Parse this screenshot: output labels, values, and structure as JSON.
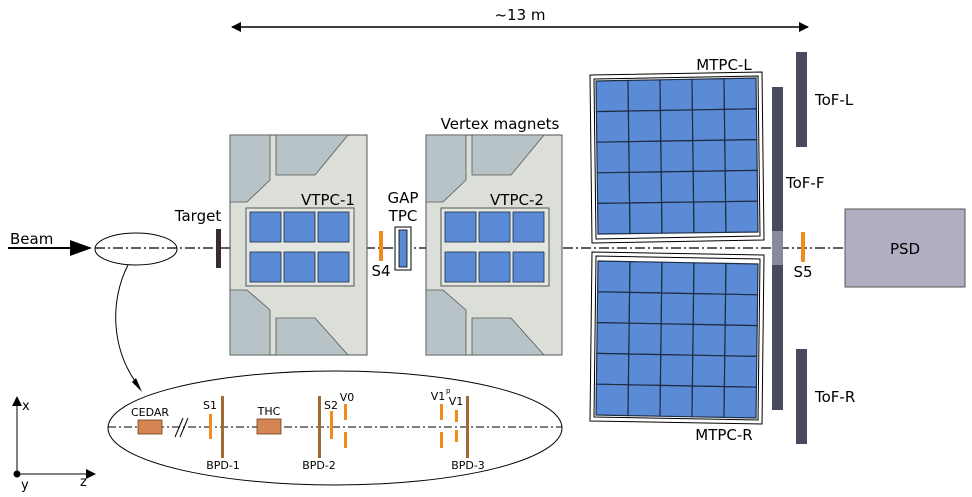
{
  "dimension": {
    "label": "~13 m"
  },
  "beam": {
    "label": "Beam"
  },
  "target": {
    "label": "Target"
  },
  "vtpc1": {
    "label": "VTPC-1"
  },
  "vtpc2": {
    "label": "VTPC-2"
  },
  "vertex_magnets": {
    "label": "Vertex magnets"
  },
  "gap_tpc": {
    "label_line1": "GAP",
    "label_line2": "TPC"
  },
  "s4": {
    "label": "S4"
  },
  "s5": {
    "label": "S5"
  },
  "mtpc_l": {
    "label": "MTPC-L"
  },
  "mtpc_r": {
    "label": "MTPC-R"
  },
  "tof_l": {
    "label": "ToF-L"
  },
  "tof_f": {
    "label": "ToF-F"
  },
  "tof_r": {
    "label": "ToF-R"
  },
  "psd": {
    "label": "PSD"
  },
  "inset": {
    "cedar": "CEDAR",
    "s1": "S1",
    "thc": "THC",
    "s2": "S2",
    "v0": "V0",
    "v1p": "V1",
    "v1p_sup": "p",
    "v1": "V1",
    "bpd1": "BPD-1",
    "bpd2": "BPD-2",
    "bpd3": "BPD-3"
  },
  "axes": {
    "x": "x",
    "y": "y",
    "z": "z"
  },
  "colors": {
    "module_fill": "#dcdfd8",
    "magnet_gray": "#b7c3c7",
    "pad_blue": "#5b8bd6",
    "tof_dark": "#4a4a5e",
    "psd_gray": "#b0aec0",
    "orange": "#f08c1e",
    "brown": "#a06a35",
    "box_tan": "#d48552"
  }
}
